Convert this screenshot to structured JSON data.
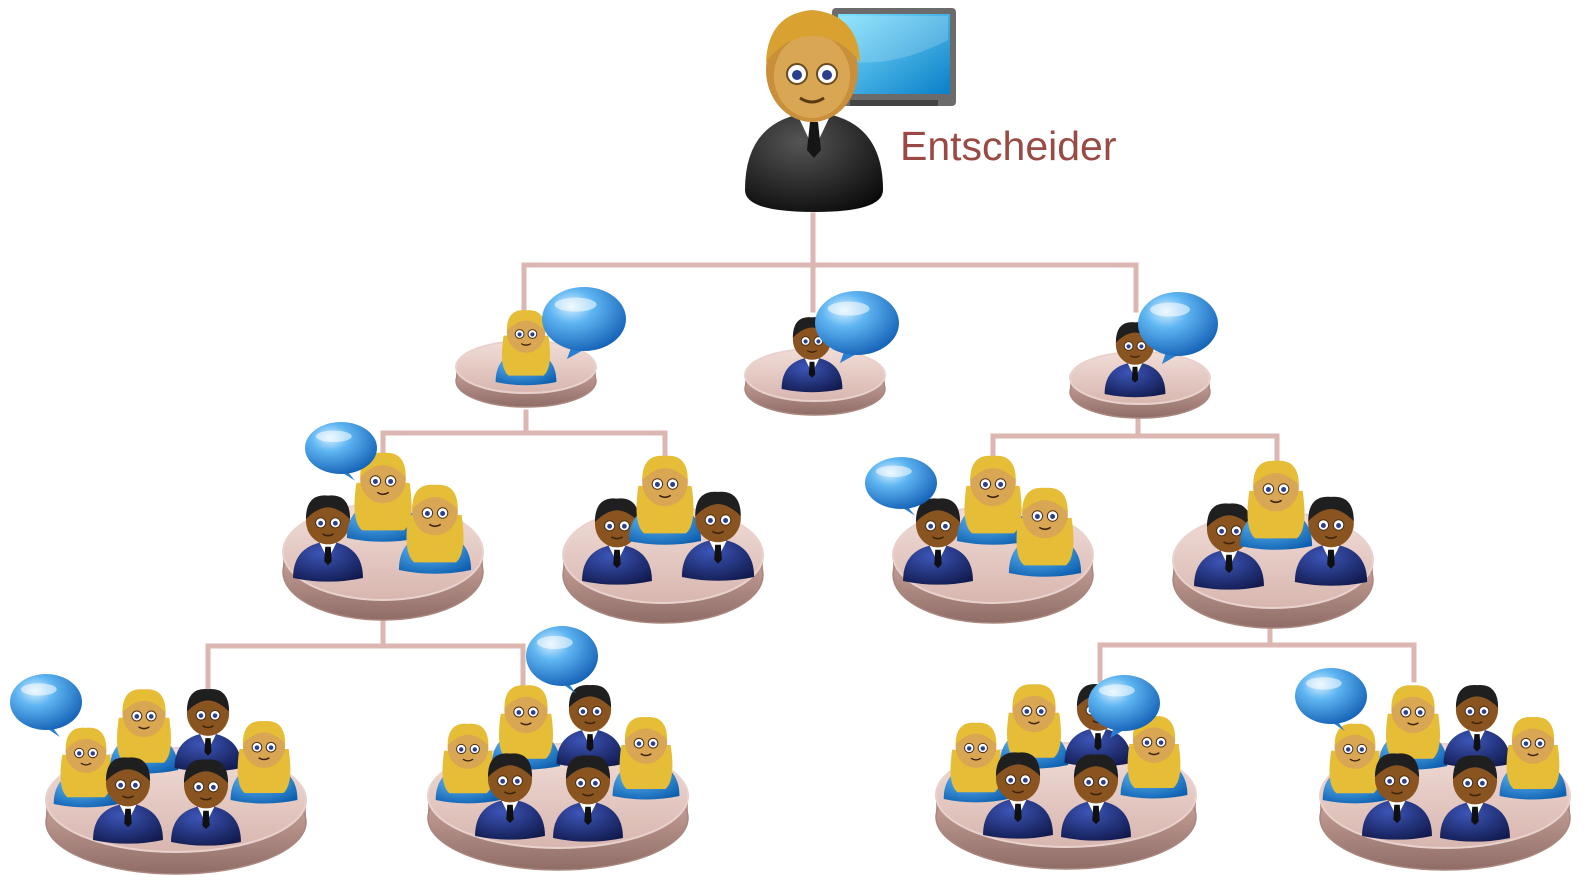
{
  "decision_maker": {
    "label": "Entscheider",
    "label_color": "#9a4a44"
  },
  "colors": {
    "connector": "#dcb6b0",
    "platform": "#dcbcb6",
    "platform_edge": "#a9877f",
    "suit": "#1d2a6b",
    "blouse": "#1d7cd1",
    "hair_blonde": "#e6bd36",
    "hair_dark": "#1f1f1f",
    "skin_light": "#d9a653",
    "skin_dark": "#8a5420",
    "bubble": "#3b9be6",
    "monitor": "#17b6ef"
  },
  "icons": [
    "person-at-monitor-icon",
    "speech-bubble-icon",
    "group-platform-icon",
    "connector-line"
  ],
  "hierarchy": {
    "levels": 4,
    "level_2_units": 3,
    "level_3_groups": 4,
    "level_4_groups": 4
  }
}
